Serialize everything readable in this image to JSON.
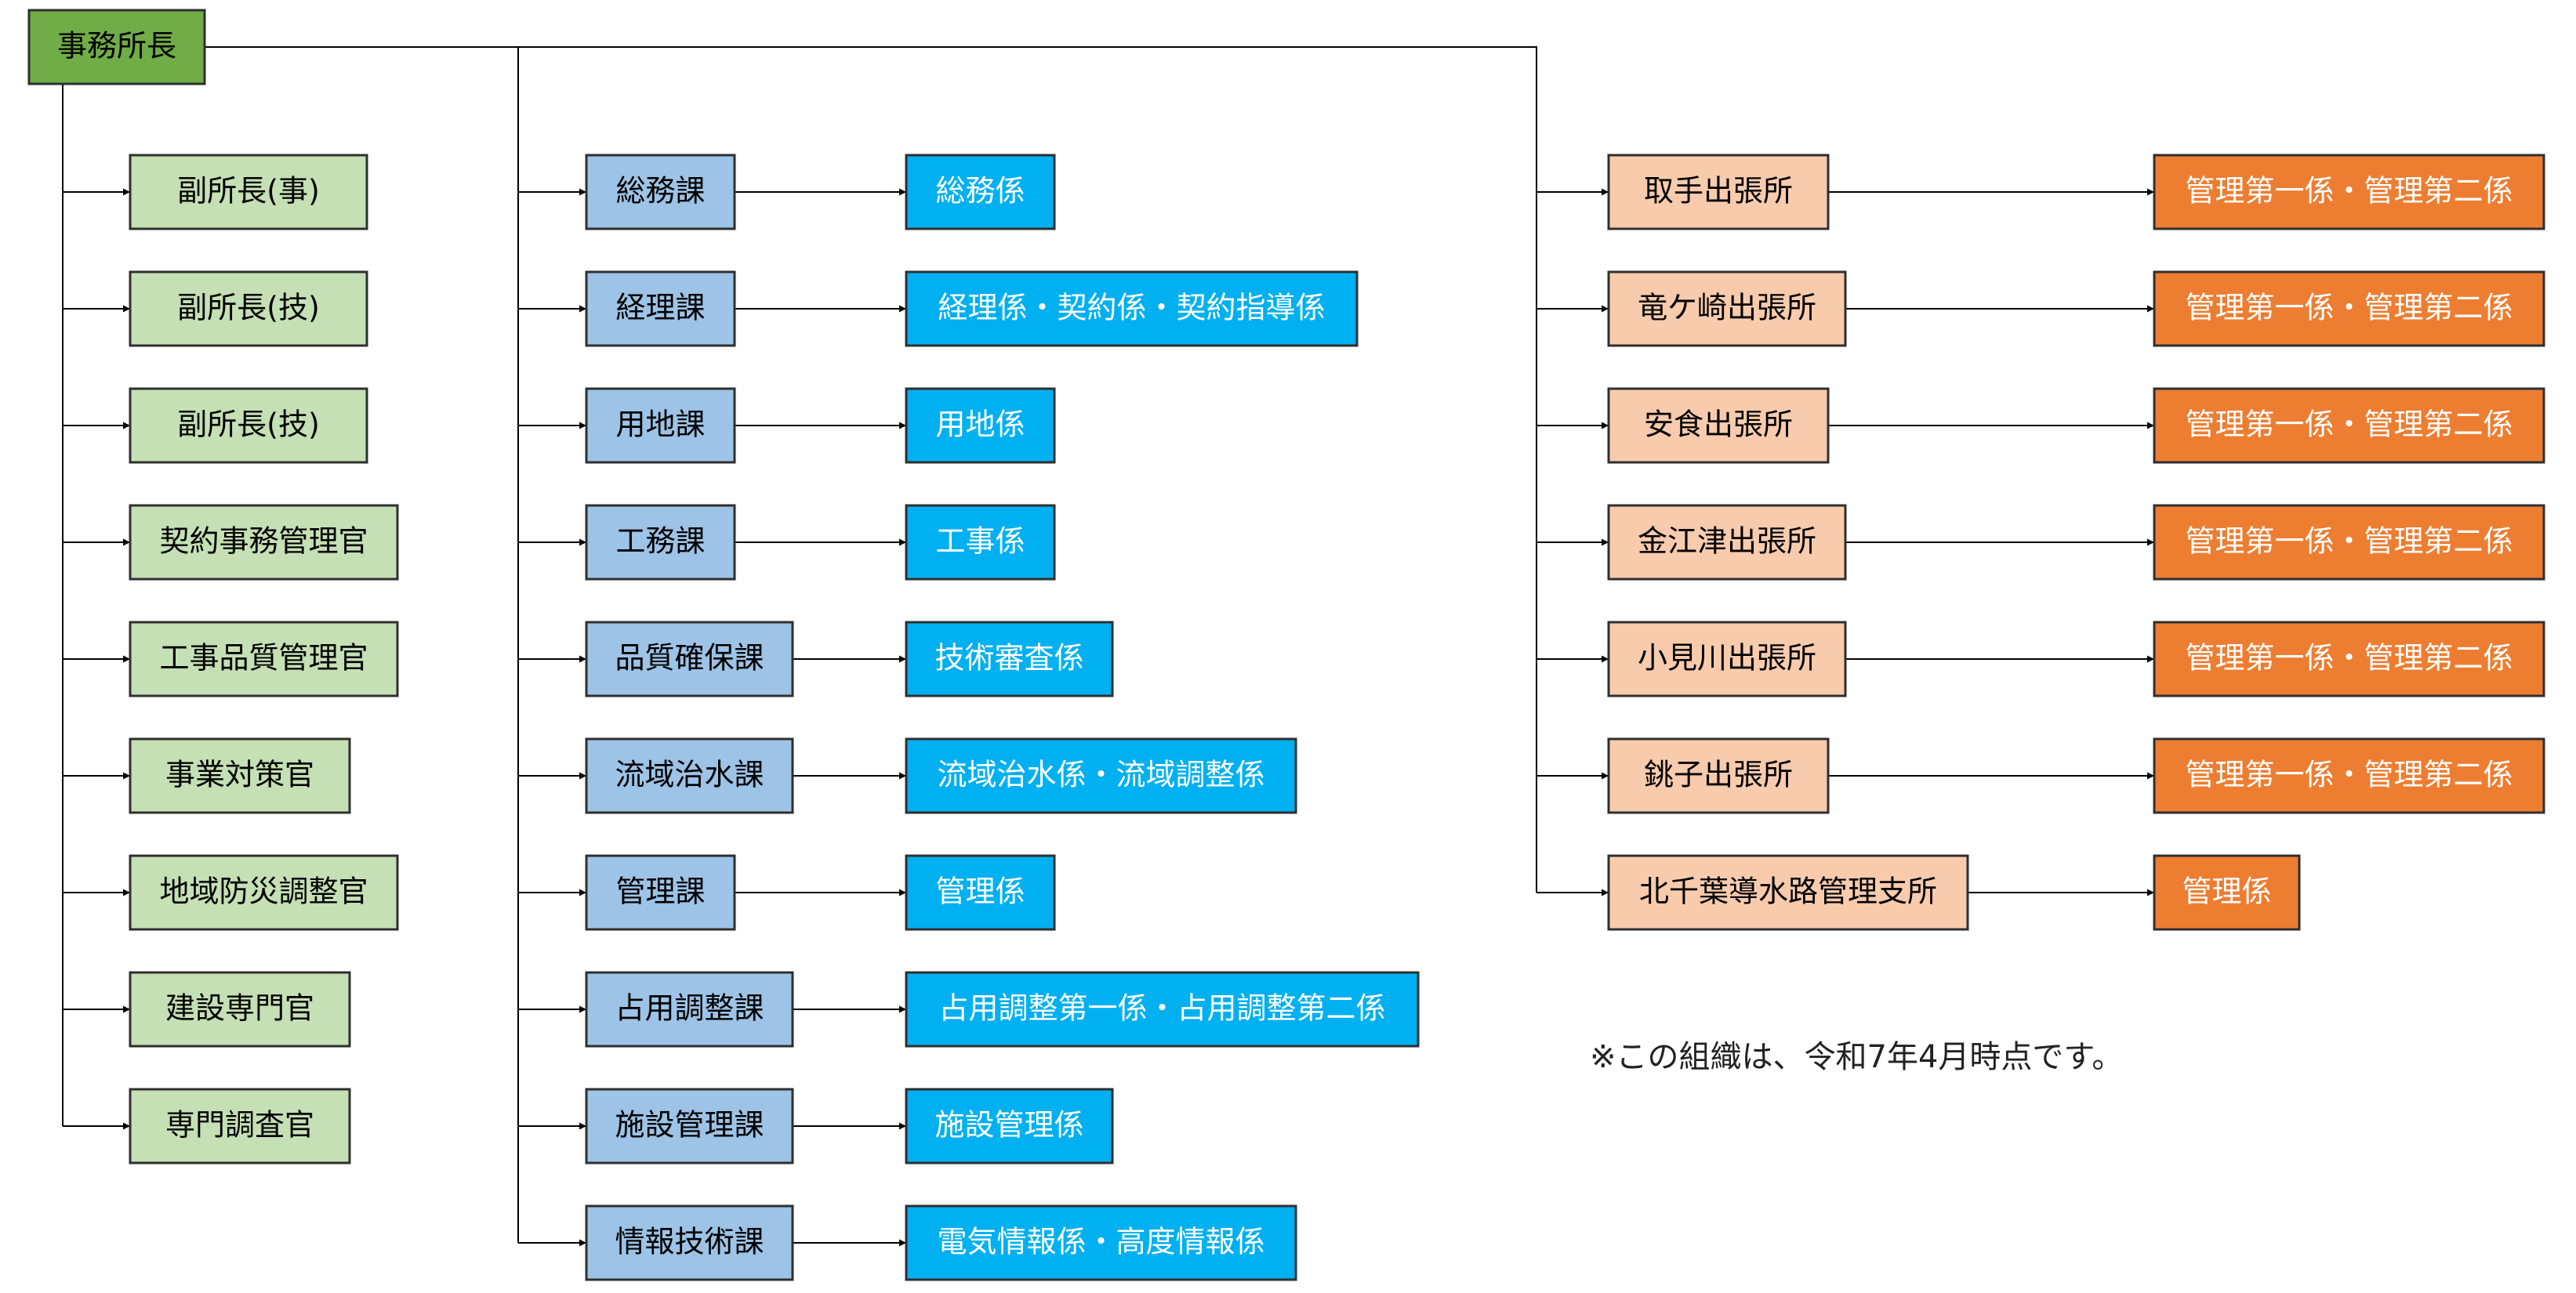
{
  "colors": {
    "root": "#70ad47",
    "staff": "#c5e0b4",
    "section": "#9dc3e6",
    "unit": "#00b0f0",
    "office": "#f8cbad",
    "office_unit": "#ed7d31",
    "border": "#2f2f2f",
    "line": "#000000"
  },
  "root": {
    "label": "事務所長"
  },
  "staff": [
    {
      "label": "副所長(事)"
    },
    {
      "label": "副所長(技)"
    },
    {
      "label": "副所長(技)"
    },
    {
      "label": "契約事務管理官"
    },
    {
      "label": "工事品質管理官"
    },
    {
      "label": "事業対策官"
    },
    {
      "label": "地域防災調整官"
    },
    {
      "label": "建設専門官"
    },
    {
      "label": "専門調査官"
    }
  ],
  "sections": [
    {
      "label": "総務課",
      "unit": "総務係"
    },
    {
      "label": "経理課",
      "unit": "経理係・契約係・契約指導係"
    },
    {
      "label": "用地課",
      "unit": "用地係"
    },
    {
      "label": "工務課",
      "unit": "工事係"
    },
    {
      "label": "品質確保課",
      "unit": "技術審査係"
    },
    {
      "label": "流域治水課",
      "unit": "流域治水係・流域調整係"
    },
    {
      "label": "管理課",
      "unit": "管理係"
    },
    {
      "label": "占用調整課",
      "unit": "占用調整第一係・占用調整第二係"
    },
    {
      "label": "施設管理課",
      "unit": "施設管理係"
    },
    {
      "label": "情報技術課",
      "unit": "電気情報係・高度情報係"
    }
  ],
  "offices": [
    {
      "label": "取手出張所",
      "unit": "管理第一係・管理第二係"
    },
    {
      "label": "竜ケ崎出張所",
      "unit": "管理第一係・管理第二係"
    },
    {
      "label": "安食出張所",
      "unit": "管理第一係・管理第二係"
    },
    {
      "label": "金江津出張所",
      "unit": "管理第一係・管理第二係"
    },
    {
      "label": "小見川出張所",
      "unit": "管理第一係・管理第二係"
    },
    {
      "label": "銚子出張所",
      "unit": "管理第一係・管理第二係"
    },
    {
      "label": "北千葉導水路管理支所",
      "unit": "管理係"
    }
  ],
  "note": "※この組織は、令和7年4月時点です。"
}
